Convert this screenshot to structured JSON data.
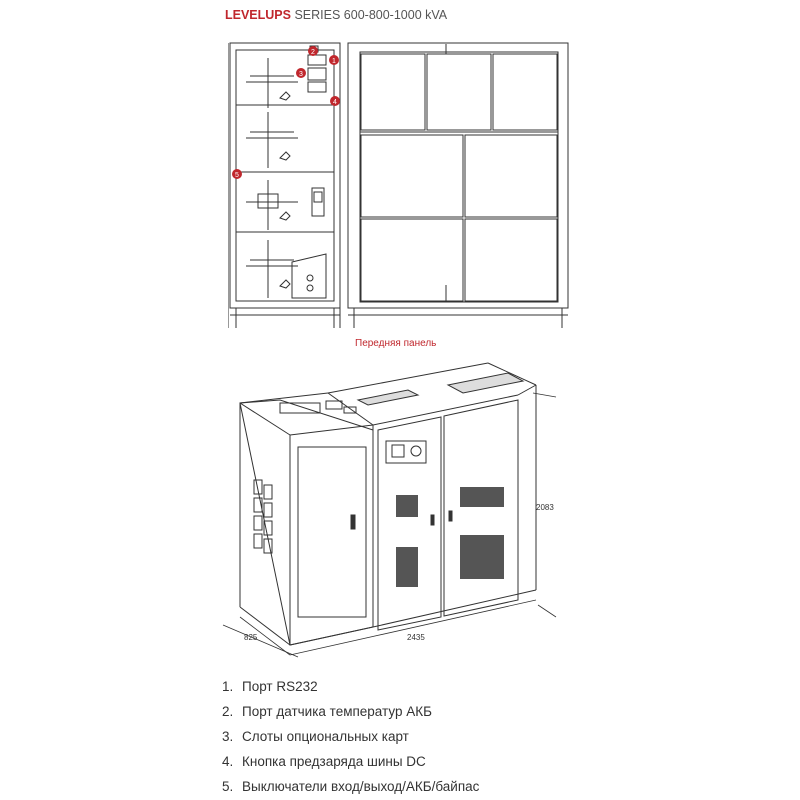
{
  "title": {
    "brand": "LEVELUPS",
    "rest": " SERIES 600-800-1000 kVA"
  },
  "front_caption": "Передняя панель",
  "callouts": [
    "1",
    "2",
    "3",
    "4",
    "5"
  ],
  "dimensions": {
    "height": "2083",
    "depth": "825",
    "width": "2435"
  },
  "colors": {
    "accent": "#c0272d",
    "line": "#333333",
    "text": "#333333"
  },
  "legend": [
    {
      "num": "1.",
      "text": "Порт RS232"
    },
    {
      "num": "2.",
      "text": "Порт датчика температур АКБ"
    },
    {
      "num": "3.",
      "text": "Слоты опциональных карт"
    },
    {
      "num": "4.",
      "text": "Кнопка предзаряда шины DC"
    },
    {
      "num": "5.",
      "text": "Выключатели вход/выход/АКБ/байпас"
    }
  ]
}
